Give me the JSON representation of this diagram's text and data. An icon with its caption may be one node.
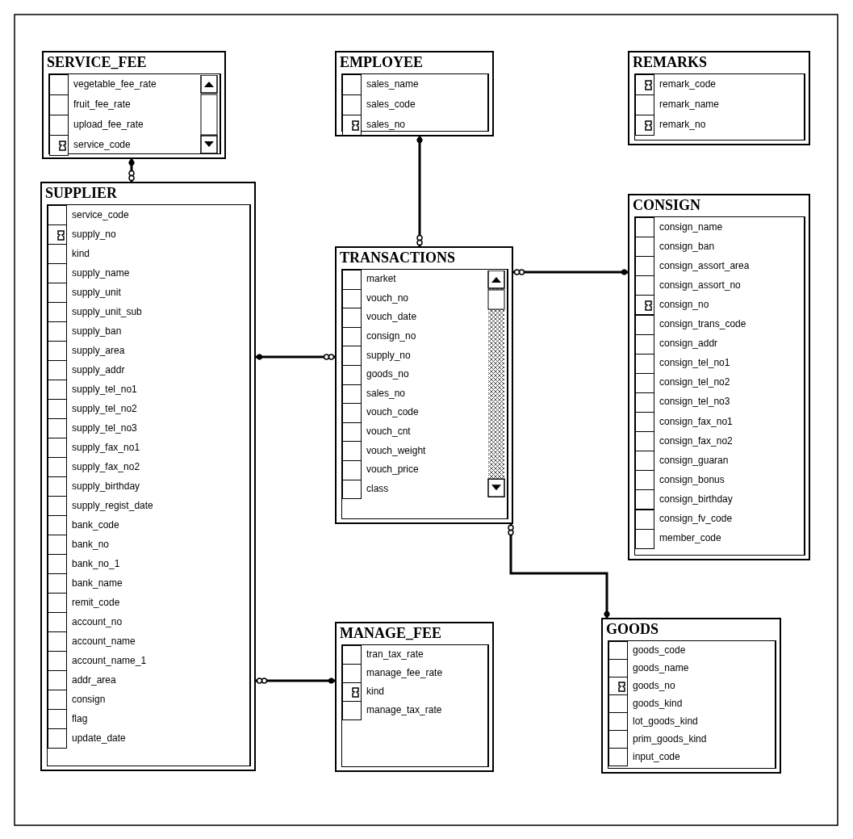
{
  "diagram": {
    "nodes": [
      {
        "text": [
          "SERVICE_FEE",
          "vegetable_fee_rate",
          "fruit_fee_rate",
          "upload_fee_rate",
          "service_code"
        ]
      },
      {
        "text": [
          "EMPLOYEE",
          "sales_name",
          "sales_code",
          "sales_no"
        ]
      },
      {
        "text": [
          "REMARKS",
          "remark_code",
          "remark_name",
          "remark_no"
        ]
      },
      {
        "text": [
          "SUPPLIER",
          "service_code",
          "supply_no",
          "kind",
          "supply_name",
          "supply_unit",
          "supply_unit_sub",
          "supply_ban",
          "supply_area",
          "supply_addr",
          "supply_tel_no1",
          "supply_tel_no2",
          "supply_tel_no3",
          "supply_fax_no1",
          "supply_fax_no2",
          "supply_birthday",
          "supply_regist_date",
          "bank_code",
          "bank_no",
          "bank_no_1",
          "bank_name",
          "remit_code",
          "account_no",
          "account_name",
          "account_name_1",
          "addr_area",
          "consign",
          "flag",
          "update_date"
        ]
      },
      {
        "text": [
          "TRANSACTIONS",
          "market",
          "vouch_no",
          "vouch_date",
          "consign_no",
          "supply_no",
          "goods_no",
          "sales_no",
          "vouch_code",
          "vouch_cnt",
          "vouch_weight",
          "vouch_price",
          "class"
        ]
      },
      {
        "text": [
          "CONSIGN",
          "consign_name",
          "consign_ban",
          "consign_assort_area",
          "consign_assort_no",
          "consign_no",
          "consign_trans_code",
          "consign_addr",
          "consign_tel_no1",
          "consign_tel_no2",
          "consign_tel_no3",
          "consign_fax_no1",
          "consign_fax_no2",
          "consign_guaran",
          "consign_bonus",
          "consign_birthday",
          "consign_fv_code",
          "member_code"
        ]
      },
      {
        "text": [
          "MANAGE_FEE",
          "tran_tax_rate",
          "manage_fee_rate",
          "kind",
          "manage_tax_rate"
        ]
      },
      {
        "text": [
          "GOODS",
          "goods_code",
          "goods_name",
          "goods_no",
          "goods_kind",
          "lot_goods_kind",
          "prim_goods_kind",
          "input_code"
        ]
      }
    ],
    "edges": [
      {
        "from": 0,
        "to": 3,
        "arrow": "other"
      },
      {
        "from": 1,
        "to": 4,
        "arrow": "other"
      },
      {
        "from": 3,
        "to": 4,
        "arrow": "other"
      },
      {
        "from": 5,
        "to": 4,
        "arrow": "other"
      },
      {
        "from": 7,
        "to": 4,
        "arrow": "other"
      },
      {
        "from": 6,
        "to": 3,
        "arrow": "other"
      }
    ]
  }
}
